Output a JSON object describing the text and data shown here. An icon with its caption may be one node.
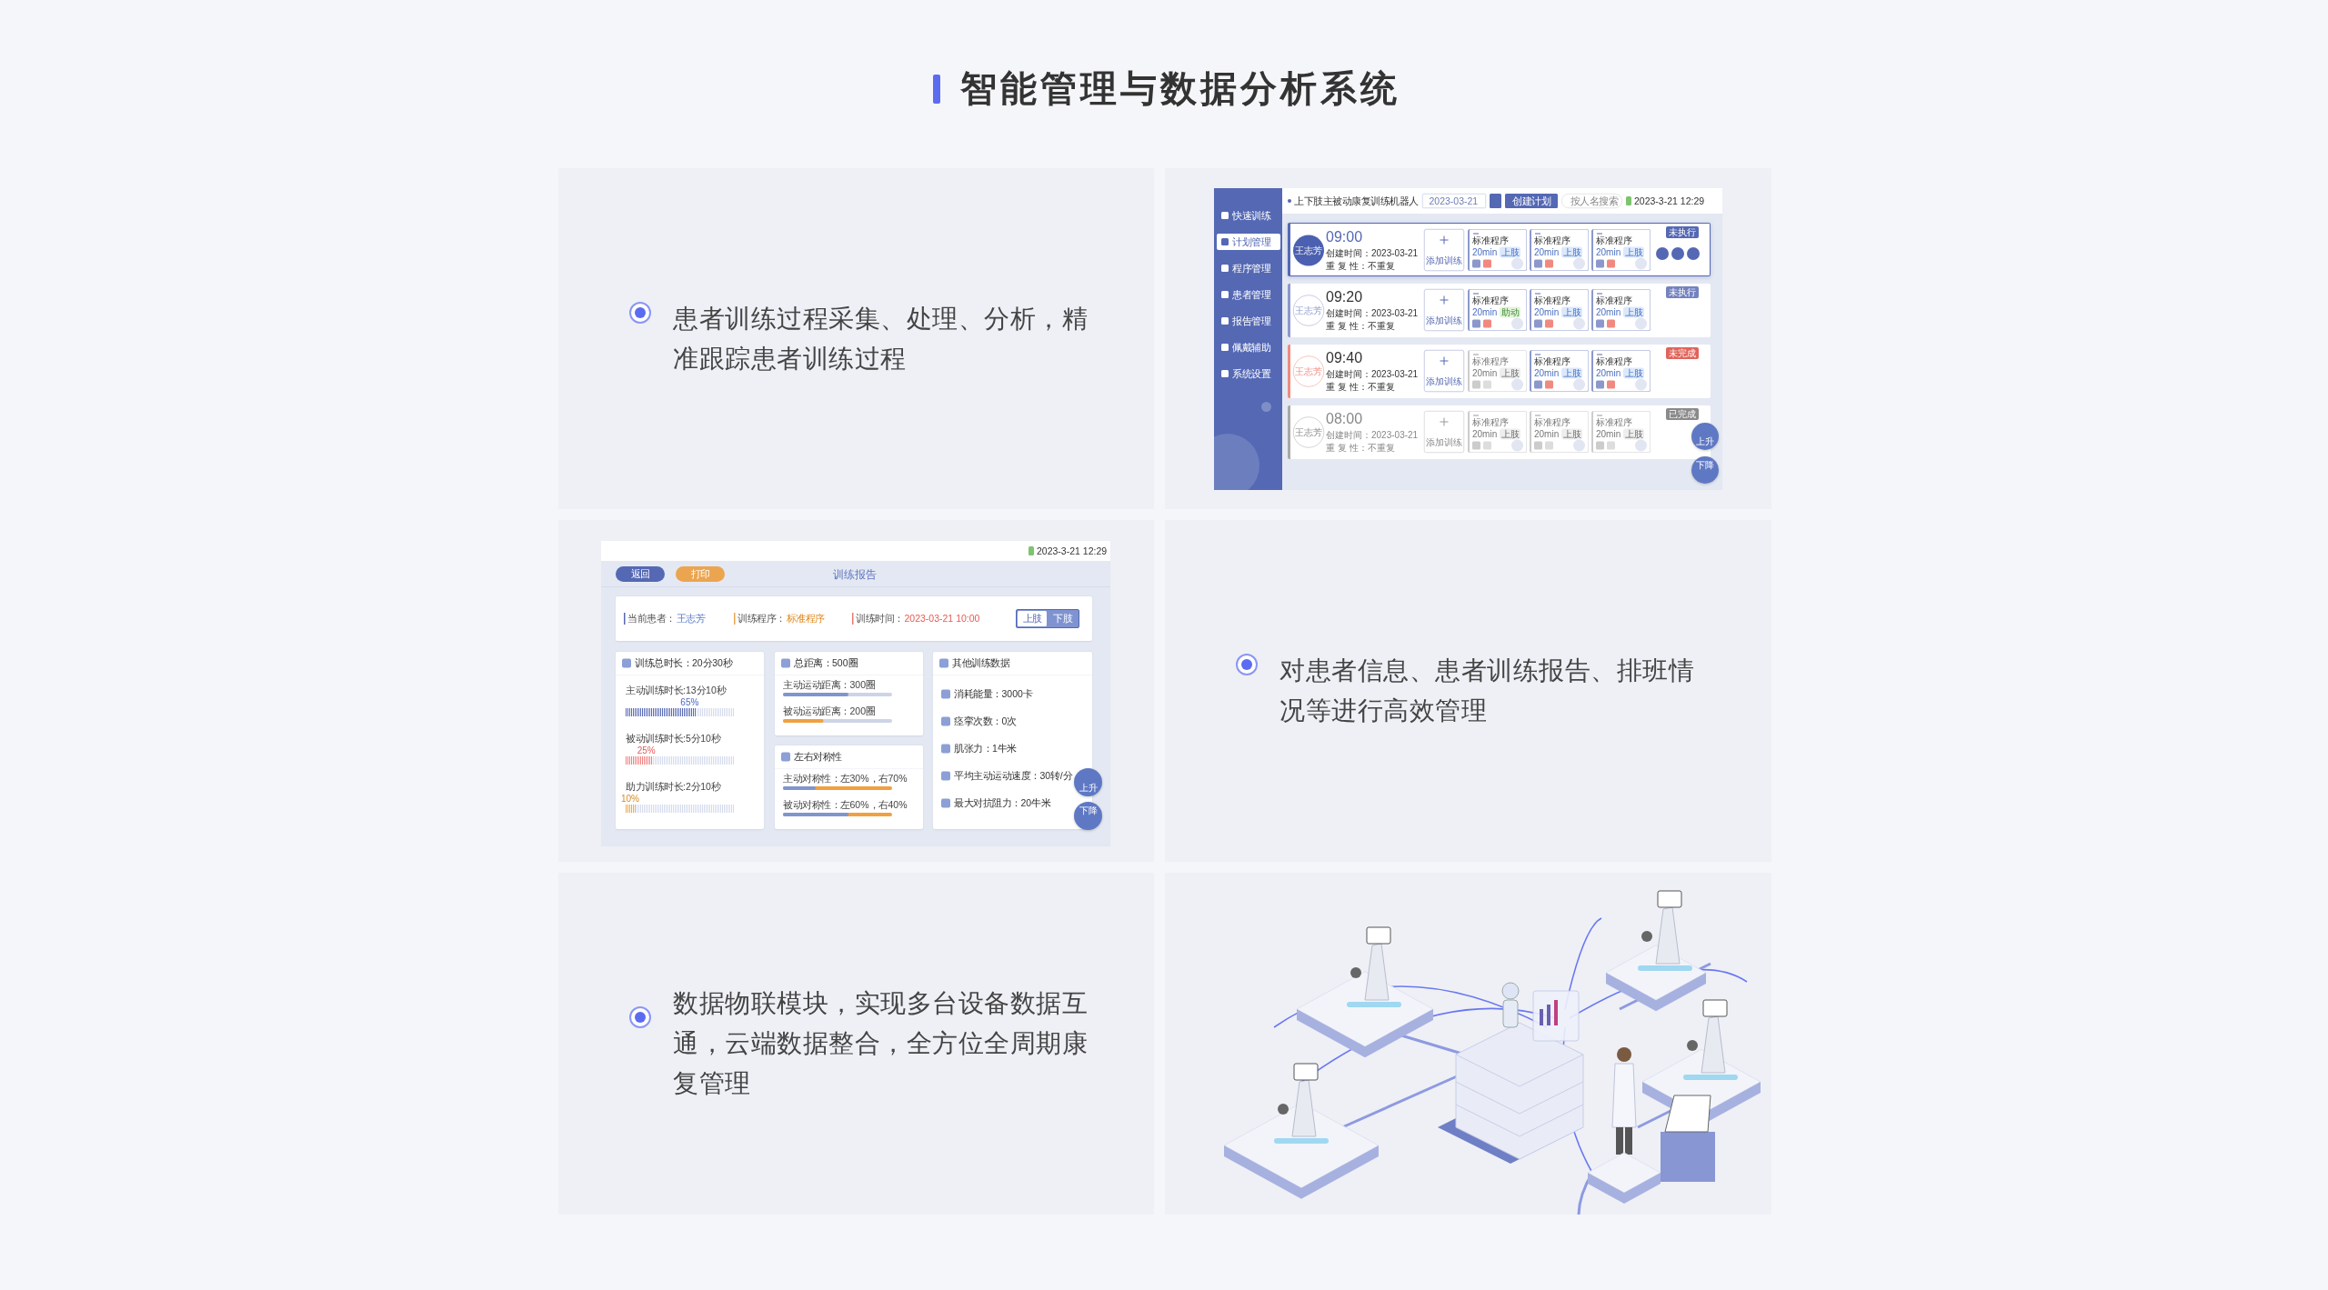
{
  "diagram": {
    "title": "智能管理与数据分析系统",
    "nodes": [
      {
        "text": [
          "患者训练过程采集、处理、分析，精准跟踪患者训练过程"
        ]
      },
      {
        "text": [],
        "shape": "picture"
      },
      {
        "text": [],
        "shape": "picture"
      },
      {
        "text": [
          "对患者信息、患者训练报告、排班情况等进行高效管理"
        ]
      },
      {
        "text": [
          "数据物联模块，实现多台设备数据互通，云端数据整合，全方位全周期康复管理"
        ]
      },
      {
        "text": [],
        "shape": "picture"
      }
    ],
    "labels": [
      "快速训练",
      "计划管理",
      "程序管理",
      "患者管理",
      "报告管理",
      "佩戴辅助",
      "系统设置",
      "上下肢主被动康复训练机器人",
      "2023-03-21",
      "创建计划",
      "按人名搜索",
      "2023-3-21 12:29",
      "王志芳",
      "09:00",
      "创建时间：2023-03-21",
      "重 复 性：不重复",
      "添加训练",
      "标准程序",
      "20min",
      "上肢",
      "标准程序",
      "20min",
      "上肢",
      "标准程序",
      "20min",
      "上肢",
      "未执行",
      "王志芳",
      "09:20",
      "创建时间：2023-03-21",
      "重 复 性：不重复",
      "添加训练",
      "标准程序",
      "20min",
      "助动",
      "标准程序",
      "20min",
      "上肢",
      "标准程序",
      "20min",
      "上肢",
      "未执行",
      "王志芳",
      "09:40",
      "创建时间：2023-03-21",
      "重 复 性：不重复",
      "添加训练",
      "标准程序",
      "20min",
      "上肢",
      "标准程序",
      "20min",
      "上肢",
      "标准程序",
      "20min",
      "上肢",
      "未完成",
      "王志芳",
      "08:00",
      "创建时间：2023-03-21",
      "重 复 性：不重复",
      "添加训练",
      "标准程序",
      "20min",
      "上肢",
      "标准程序",
      "20min",
      "上肢",
      "标准程序",
      "20min",
      "上肢",
      "已完成",
      "上升",
      "下降",
      "2023-3-21 12:29",
      "返回",
      "打印",
      "训练报告",
      "当前患者：",
      "王志芳",
      "训练程序：",
      "标准程序",
      "训练时间：",
      "2023-03-21  10:00",
      "上肢",
      "下肢",
      "训练总时长：20分30秒",
      "主动训练时长:13分10秒",
      "65%",
      "被动训练时长:5分10秒",
      "25%",
      "助力训练时长:2分10秒",
      "10%",
      "总距离：500圈",
      "主动运动距离：300圈",
      "被动运动距离：200圈",
      "左右对称性",
      "主动对称性：左30%，右70%",
      "被动对称性：左60%，右40%",
      "其他训练数据",
      "消耗能量：3000卡",
      "痉挛次数：0次",
      "肌张力：1牛米",
      "平均主动运动速度：30转/分",
      "最大对抗阻力：20牛米",
      "上升",
      "下降"
    ]
  }
}
